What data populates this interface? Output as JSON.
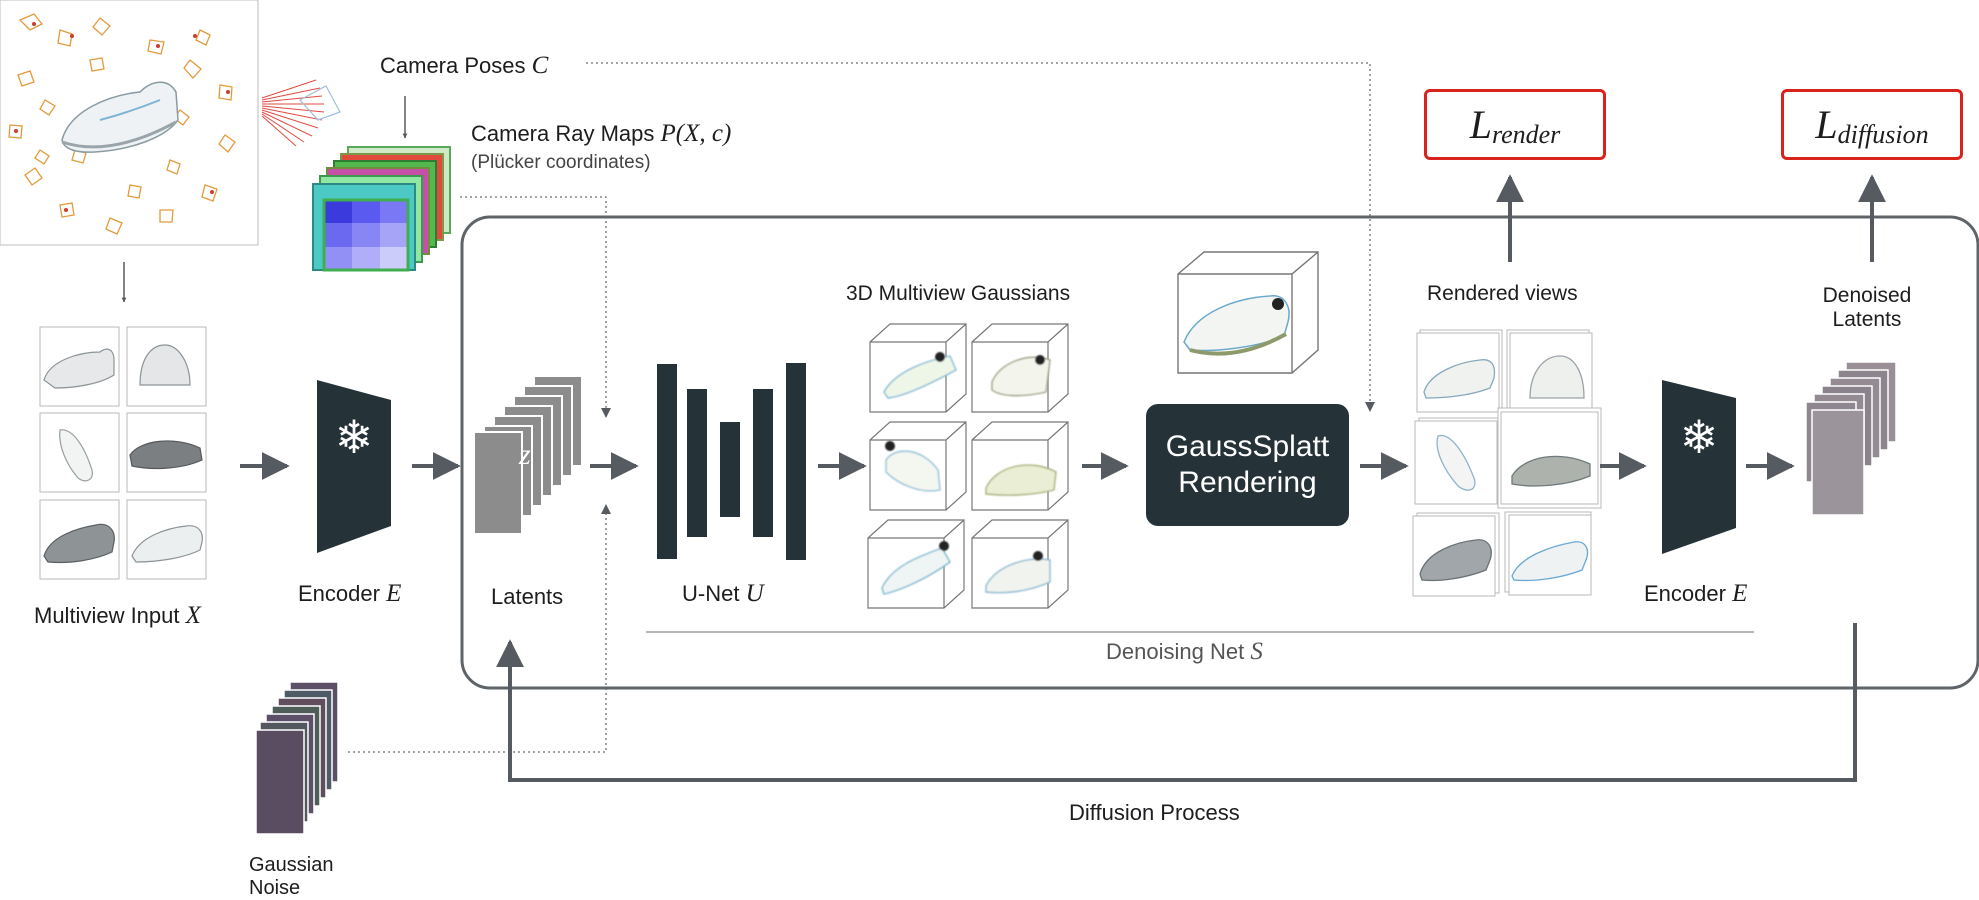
{
  "labels": {
    "camera_poses": "Camera Poses",
    "camera_poses_symbol": "C",
    "ray_maps": "Camera Ray Maps",
    "ray_maps_symbol": "P(X, c)",
    "plucker": "(Plücker coordinates)",
    "multiview_input": "Multiview Input",
    "multiview_input_symbol": "X",
    "encoder_left": "Encoder",
    "encoder_left_symbol": "E",
    "latents": "Latents",
    "latent_symbol": "z",
    "unet": "U-Net",
    "unet_symbol": "U",
    "gaussians": "3D Multiview Gaussians",
    "splat_line1": "GaussSplatt",
    "splat_line2": "Rendering",
    "rendered_views": "Rendered views",
    "encoder_right": "Encoder",
    "encoder_right_symbol": "E",
    "denoised_line1": "Denoised",
    "denoised_line2": "Latents",
    "denoising_net": "Denoising Net",
    "denoising_net_symbol": "S",
    "diffusion_process": "Diffusion Process",
    "noise_line1": "Gaussian",
    "noise_line2": "Noise",
    "loss_render_main": "L",
    "loss_render_sub": "render",
    "loss_diffusion_main": "L",
    "loss_diffusion_sub": "diffusion"
  },
  "icons": {
    "encoder": "snowflake-icon",
    "frozen_glyph": "❄"
  },
  "colors": {
    "dark": "#253238",
    "arrow": "#555b60",
    "loss_border": "#d8221c",
    "frame": "#5f6469",
    "latent_gray": "#8c8c8c"
  }
}
